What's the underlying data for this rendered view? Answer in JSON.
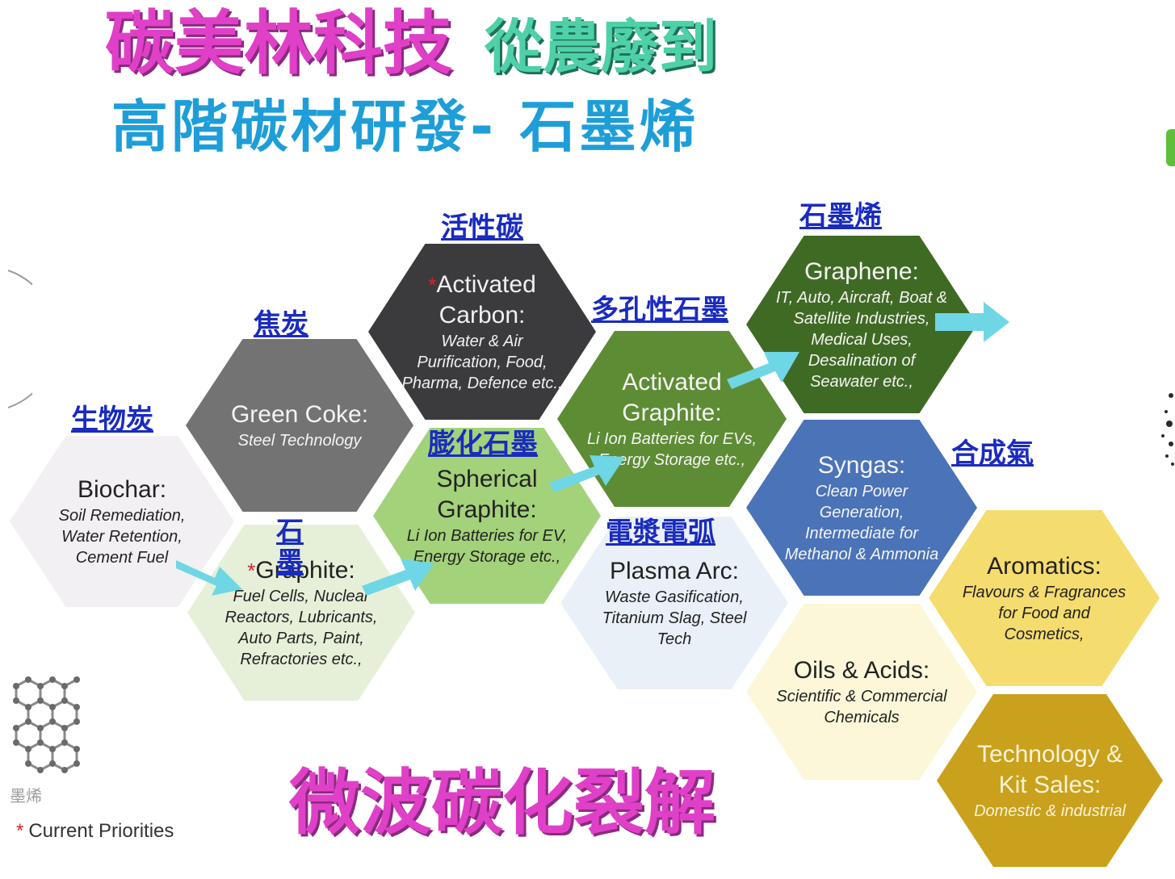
{
  "title": {
    "line1_part1": "碳美林科技",
    "line1_part2": "從農廢到",
    "line2": "高階碳材研發- 石墨烯"
  },
  "bottom_title": "微波碳化裂解",
  "legend": {
    "star": "*",
    "text": "Current Priorities"
  },
  "molecule_caption": "墨烯",
  "labels": {
    "biochar": "生物炭",
    "coke": "焦炭",
    "activated_carbon": "活性碳",
    "graphite": "石墨",
    "expanded_graphite": "膨化石墨",
    "porous_graphite": "多孔性石墨",
    "plasma": "電漿電弧",
    "graphene": "石墨烯",
    "syngas": "合成氣"
  },
  "hexes": {
    "biochar": {
      "name": "Biochar:",
      "desc": "Soil Remediation, Water Retention, Cement Fuel",
      "color": "#f2f0f2"
    },
    "green_coke": {
      "name": "Green Coke:",
      "desc": "Steel Technology",
      "color": "#737373"
    },
    "activated_carbon": {
      "star": "*",
      "name": "Activated Carbon:",
      "desc": "Water & Air Purification, Food, Pharma, Defence etc.,",
      "color": "#3b3b3d"
    },
    "graphite": {
      "star": "*",
      "name": "Graphite:",
      "desc": "Fuel Cells, Nuclear Reactors, Lubricants, Auto Parts, Paint, Refractories etc.,",
      "color": "#e6f0d8"
    },
    "spherical_graphite": {
      "name": "Spherical Graphite:",
      "desc": "Li Ion Batteries for EV, Energy Storage etc.,",
      "color": "#a3d27a"
    },
    "activated_graphite": {
      "name": "Activated Graphite:",
      "desc": "Li Ion Batteries for EVs, Energy Storage etc.,",
      "color": "#5d8c35"
    },
    "graphene": {
      "name": "Graphene:",
      "desc": "IT, Auto, Aircraft, Boat & Satellite Industries, Medical Uses, Desalination of Seawater etc.,",
      "color": "#3f6a24"
    },
    "plasma_arc": {
      "name": "Plasma Arc:",
      "desc": "Waste Gasification, Titanium Slag, Steel Tech",
      "color": "#e9f0f8"
    },
    "syngas": {
      "name": "Syngas:",
      "desc": "Clean Power Generation, Intermediate for Methanol & Ammonia",
      "color": "#4a73b8"
    },
    "oils_acids": {
      "name": "Oils & Acids:",
      "desc": "Scientific & Commercial Chemicals",
      "color": "#fbf7d8"
    },
    "aromatics": {
      "name": "Aromatics:",
      "desc": "Flavours & Fragrances for Food and Cosmetics,",
      "color": "#f5dc6e"
    },
    "technology": {
      "name": "Technology & Kit Sales:",
      "desc": "Domestic & industrial",
      "color": "#c9a11c"
    }
  },
  "colors": {
    "arrow": "#6fd6e6",
    "label": "#1a2bbf",
    "magenta": "#e040c8",
    "teal": "#4ed0a8",
    "blue": "#1e9ed8"
  }
}
